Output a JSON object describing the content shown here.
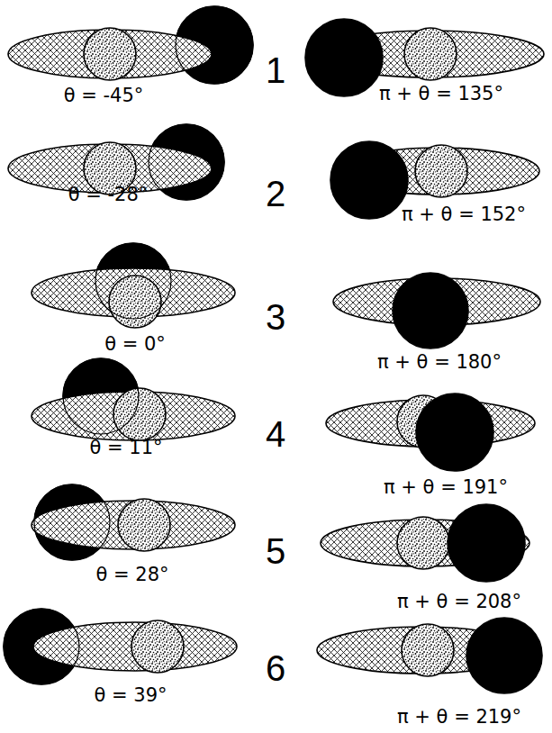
{
  "diagram": {
    "labels": [
      "θ = -45°",
      "1",
      "π + θ = 135°",
      "θ = -28°",
      "2",
      "π + θ = 152°",
      "θ = 0°",
      "3",
      "π + θ = 180°",
      "θ = 11°",
      "4",
      "π + θ = 191°",
      "θ = 28°",
      "5",
      "π + θ = 208°",
      "θ = 39°",
      "6",
      "π + θ = 219°"
    ]
  }
}
